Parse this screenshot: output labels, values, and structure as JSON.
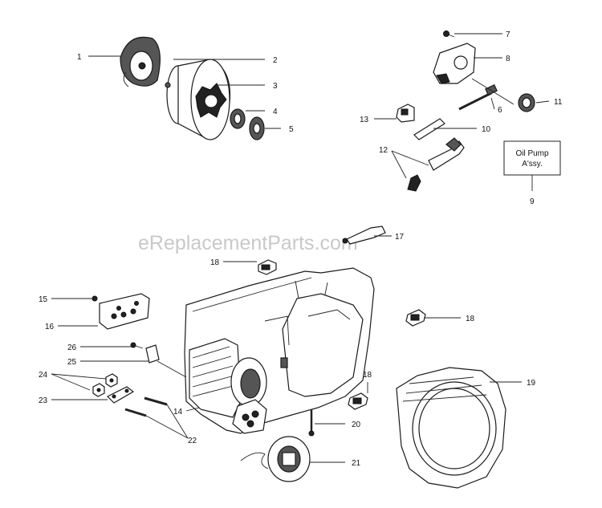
{
  "watermark": "eReplacementParts.com",
  "oil_pump_box": {
    "line1": "Oil Pump",
    "line2": "A'ssy."
  },
  "labels": {
    "l1": "1",
    "l2": "2",
    "l3": "3",
    "l4": "4",
    "l5": "5",
    "l6": "6",
    "l7": "7",
    "l8": "8",
    "l9": "9",
    "l10": "10",
    "l11": "11",
    "l12": "12",
    "l13": "13",
    "l14": "14",
    "l15": "15",
    "l16": "16",
    "l17": "17",
    "l18a": "18",
    "l18b": "18",
    "l18c": "18",
    "l19": "19",
    "l20": "20",
    "l21": "21",
    "l22": "22",
    "l23": "23",
    "l24": "24",
    "l25": "25",
    "l26": "26"
  }
}
